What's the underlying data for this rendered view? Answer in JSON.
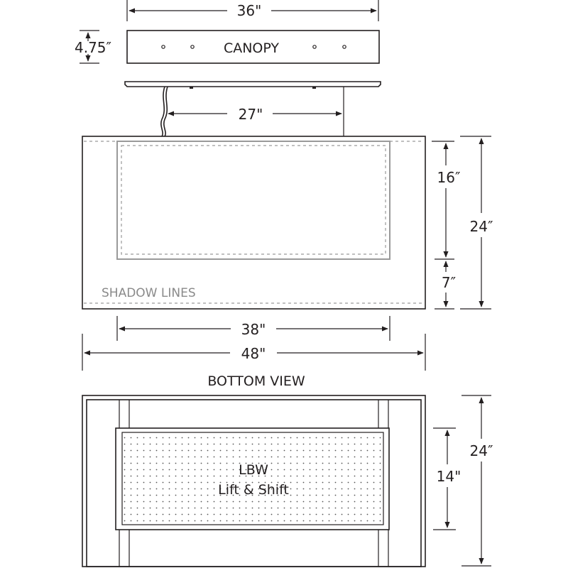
{
  "top_view": {
    "canopy_width": "36\"",
    "canopy_height": "4.75″",
    "canopy_label": "CANOPY",
    "stem_spacing": "27\"",
    "shade_inner_height": "16″",
    "shade_lower_height": "7″",
    "shade_total_height": "24″",
    "shadow_label": "SHADOW LINES",
    "inner_width": "38\"",
    "total_width": "48\""
  },
  "bottom_view": {
    "title": "BOTTOM VIEW",
    "diffuser_line1": "LBW",
    "diffuser_line2": "Lift & Shift",
    "diffuser_height": "14\"",
    "total_height": "24″"
  }
}
